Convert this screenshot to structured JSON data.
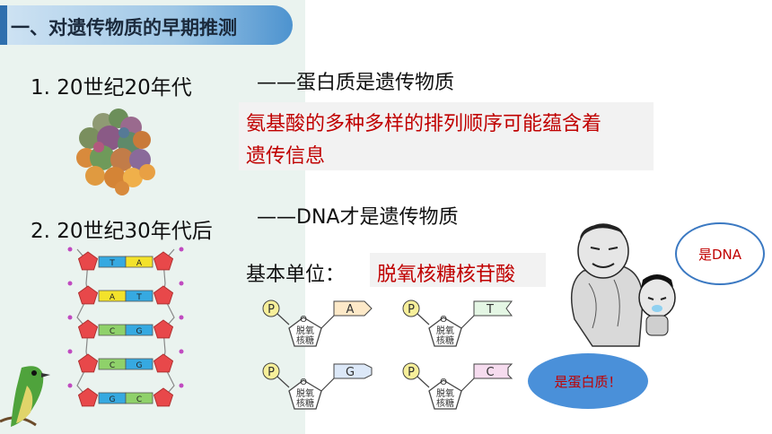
{
  "section_title": "一、对遗传物质的早期推测",
  "era1": {
    "heading": "1. 20世纪20年代",
    "claim": "——蛋白质是遗传物质",
    "explanation_line1": "氨基酸的多种多样的排列顺序可能蕴含着",
    "explanation_line2": "遗传信息"
  },
  "era2": {
    "heading": "2. 20世纪30年代后",
    "claim": "——DNA才是遗传物质",
    "unit_label": "基本单位：",
    "unit_value": "脱氧核糖核苷酸"
  },
  "nucleotides": [
    {
      "phosphate": "P",
      "sugar_line1": "脱氧",
      "sugar_line2": "核糖",
      "base": "A",
      "base_color": "#fde9c8"
    },
    {
      "phosphate": "P",
      "sugar_line1": "脱氧",
      "sugar_line2": "核糖",
      "base": "T",
      "base_color": "#e4f6e4"
    },
    {
      "phosphate": "P",
      "sugar_line1": "脱氧",
      "sugar_line2": "核糖",
      "base": "G",
      "base_color": "#dce8f8"
    },
    {
      "phosphate": "P",
      "sugar_line1": "脱氧",
      "sugar_line2": "核糖",
      "base": "C",
      "base_color": "#f6dcef"
    }
  ],
  "dna_pairs": [
    {
      "left": "T",
      "right": "A",
      "left_color": "#36a9e1",
      "right_color": "#f3e22b"
    },
    {
      "left": "A",
      "right": "T",
      "left_color": "#f3e22b",
      "right_color": "#36a9e1"
    },
    {
      "left": "C",
      "right": "G",
      "left_color": "#8fd16a",
      "right_color": "#36a9e1"
    },
    {
      "left": "C",
      "right": "G",
      "left_color": "#8fd16a",
      "right_color": "#36a9e1"
    },
    {
      "left": "G",
      "right": "C",
      "left_color": "#36a9e1",
      "right_color": "#8fd16a"
    }
  ],
  "speech_dna": "是DNA",
  "speech_protein": "是蛋白质！",
  "colors": {
    "accent_red": "#c00000",
    "title_blue": "#4d93cf",
    "panel_green": "#eaf3ef"
  }
}
